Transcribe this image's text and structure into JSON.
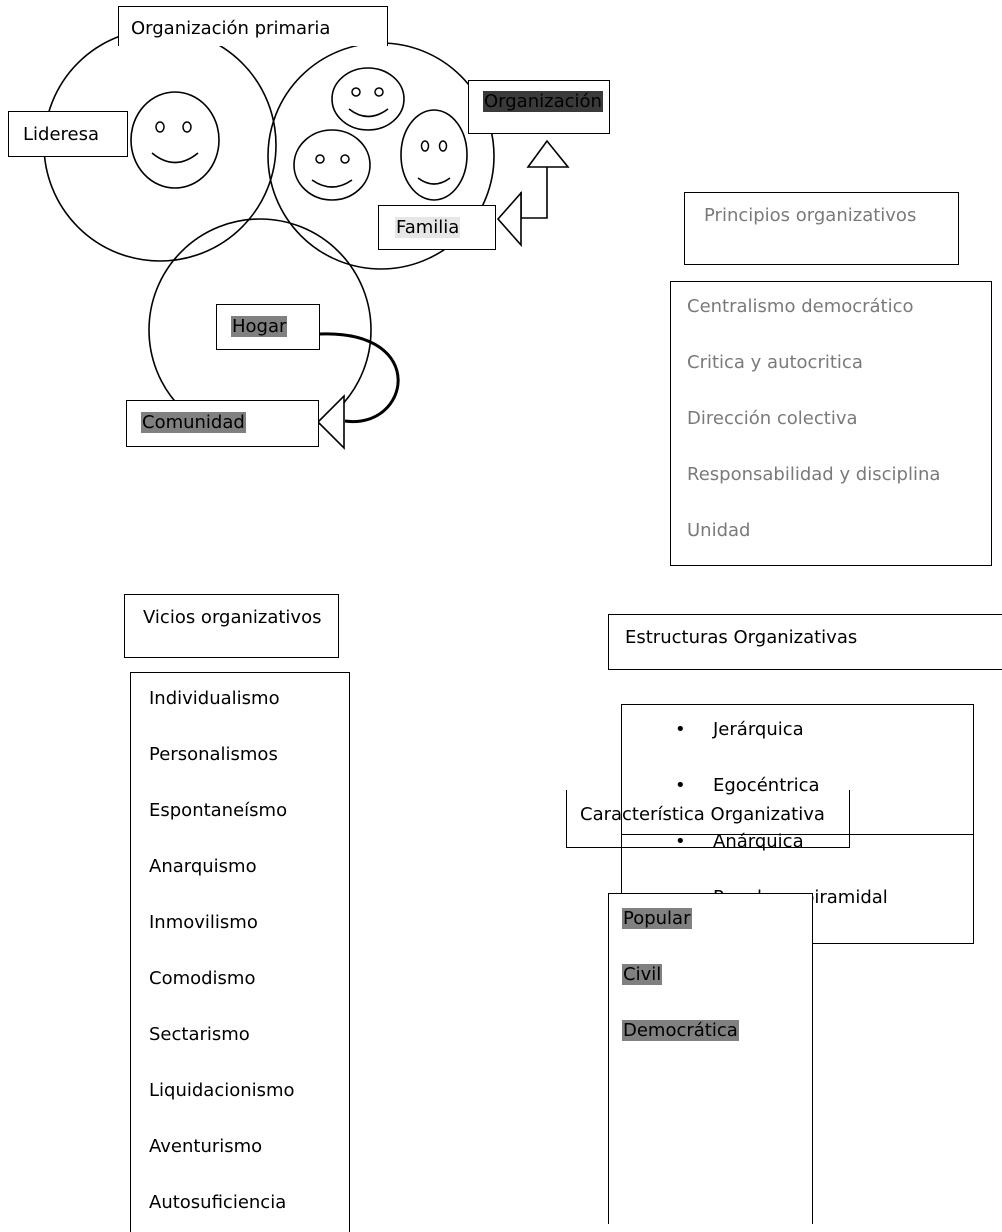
{
  "diagram": {
    "org_primaria": "Organización primaria",
    "lideresa": "Lideresa",
    "organizacion": "Organización",
    "familia": "Familia",
    "hogar": "Hogar",
    "comunidad": "Comunidad",
    "principios_title": "Principios organizativos",
    "principios": [
      "Centralismo democrático",
      "Critica y autocritica",
      "Dirección colectiva",
      "Responsabilidad y disciplina",
      "Unidad"
    ],
    "vicios_title": "Vicios organizativos",
    "vicios": [
      "Individualismo",
      "Personalismos",
      "Espontaneísmo",
      "Anarquismo",
      "Inmovilismo",
      "Comodismo",
      "Sectarismo",
      "Liquidacionismo",
      "Aventurismo",
      "Autosuficiencia"
    ],
    "estructuras_title": "Estructuras Organizativas",
    "estructuras": [
      "Jerárquica",
      "Egocéntrica",
      "Anárquica",
      "Popular o piramidal"
    ],
    "caracteristica_title": "Característica Organizativa",
    "caracteristicas": [
      "Popular",
      "Civil",
      "Democrática"
    ]
  }
}
